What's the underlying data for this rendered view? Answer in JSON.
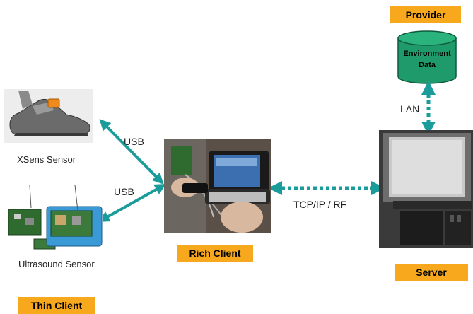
{
  "labels": {
    "provider": "Provider",
    "environment_data": "Environment Data",
    "lan": "LAN",
    "usb_top": "USB",
    "usb_bottom": "USB",
    "xsens_sensor": "XSens Sensor",
    "ultrasound_sensor": "Ultrasound Sensor",
    "thin_client": "Thin Client",
    "rich_client": "Rich Client",
    "tcp_ip_rf": "TCP/IP / RF",
    "server": "Server"
  },
  "colors": {
    "orange_label": "#f7a81c",
    "arrow_teal": "#1a9c9a",
    "cylinder_green": "#1f9a6a"
  }
}
